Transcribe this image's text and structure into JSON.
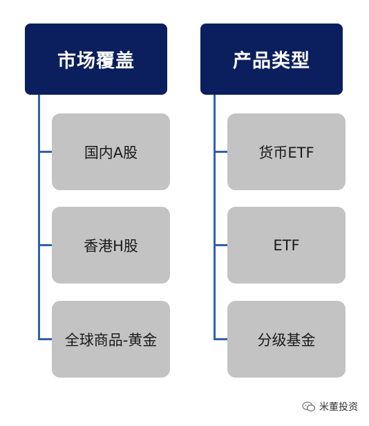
{
  "columns": [
    {
      "title": "市场覆盖",
      "items": [
        "国内A股",
        "香港H股",
        "全球商品-黄金"
      ]
    },
    {
      "title": "产品类型",
      "items": [
        "货币ETF",
        "ETF",
        "分级基金"
      ]
    }
  ],
  "watermark": {
    "text": "米董投资",
    "icon": "wechat-icon"
  },
  "colors": {
    "header_bg": "#0b1f5e",
    "connector": "#2f5fb0",
    "item_bg": "#c3c3c3"
  }
}
